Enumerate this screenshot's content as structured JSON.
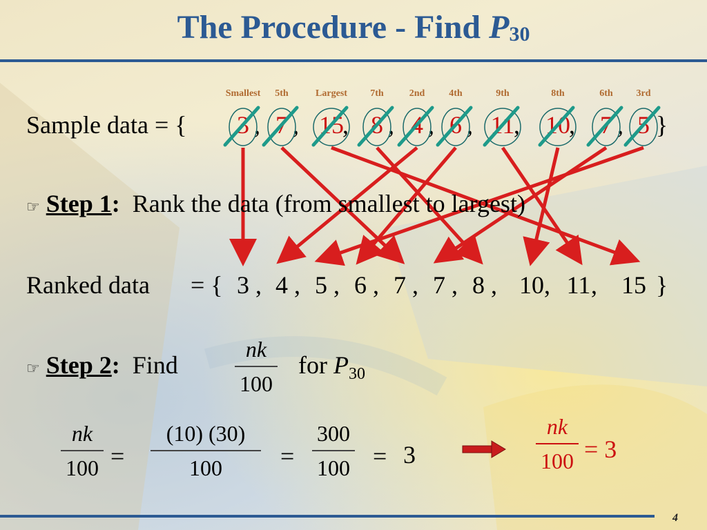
{
  "title": {
    "text": "The Procedure - Find ",
    "p": "P",
    "sub": "30"
  },
  "sample": {
    "prefix": "Sample data = {",
    "suffix": "}",
    "labels": [
      "Smallest",
      "5th",
      "Largest",
      "7th",
      "2nd",
      "4th",
      "9th",
      "8th",
      "6th",
      "3rd"
    ],
    "values": [
      "3",
      "7",
      "15",
      "8",
      "4",
      "6",
      "11",
      "10",
      "7",
      "5"
    ]
  },
  "step1": {
    "bullet_icon": "pointing-hand-icon",
    "label": "Step 1",
    "colon": ":",
    "text": "Rank the data (from smallest to largest)"
  },
  "ranked": {
    "prefix": "Ranked data",
    "eq_open": "= {",
    "values": [
      "3",
      "4",
      "5",
      "6",
      "7",
      "7",
      "8",
      "10",
      "11",
      "15"
    ],
    "suffix": "}"
  },
  "step2": {
    "label": "Step 2",
    "colon": ":",
    "find": "Find",
    "num": "nk",
    "den": "100",
    "for": "for",
    "p": "P",
    "sub": "30"
  },
  "calc": {
    "f1_num": "nk",
    "f1_den": "100",
    "eq": "=",
    "f2_num": "(10) (30)",
    "f2_den": "100",
    "f3_num": "300",
    "f3_den": "100",
    "result": "3",
    "answer_num": "nk",
    "answer_den": "100",
    "answer_eq": "= 3"
  },
  "page_number": "4",
  "colors": {
    "title": "#2c5a93",
    "highlight": "#cc1111",
    "check": "#1e9a8a",
    "label": "#b06a30"
  }
}
